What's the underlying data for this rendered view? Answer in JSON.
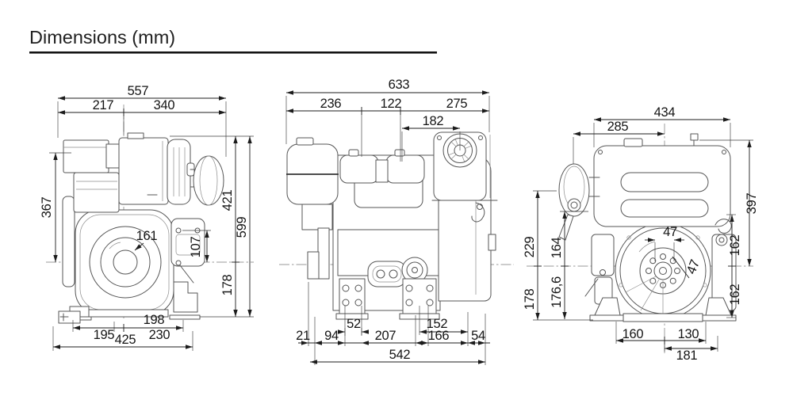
{
  "title": "Dimensions (mm)",
  "colors": {
    "ink": "#1a1a1a",
    "art_line": "#555555"
  },
  "views": {
    "side": {
      "overall_width": "557",
      "left_section": "217",
      "right_section": "340",
      "center_to_top": "367",
      "upper_height": "421",
      "overall_height": "599",
      "flywheel_diameter": "161",
      "mount_to_center": "107",
      "crank_center_height": "178",
      "mount_width_inner": "198",
      "mount_width_outer": "230",
      "mount_width_left": "195",
      "base_width": "425"
    },
    "front": {
      "overall_length": "633",
      "left_section": "236",
      "center_section": "122",
      "right_section": "275",
      "intake_to_fan": "182",
      "shaft_protrusion": "21",
      "shaft_to_mount": "94",
      "mount_slot_left": "52",
      "mount_span": "207",
      "mount_slot_right": "152",
      "mount_span_right": "166",
      "right_offset": "54",
      "base_length": "542"
    },
    "rear": {
      "overall_width": "434",
      "muffler_to_center": "285",
      "center_to_top": "397",
      "left_upper_outer": "229",
      "left_upper_inner": "164",
      "crank_center_height": "178",
      "left_lower_inner": "176,6",
      "shaft_diameter": "47",
      "bolt_circle": "47",
      "right_upper": "162",
      "right_lower": "162",
      "base_left": "160",
      "base_right": "130",
      "base_right_outer": "181"
    }
  }
}
